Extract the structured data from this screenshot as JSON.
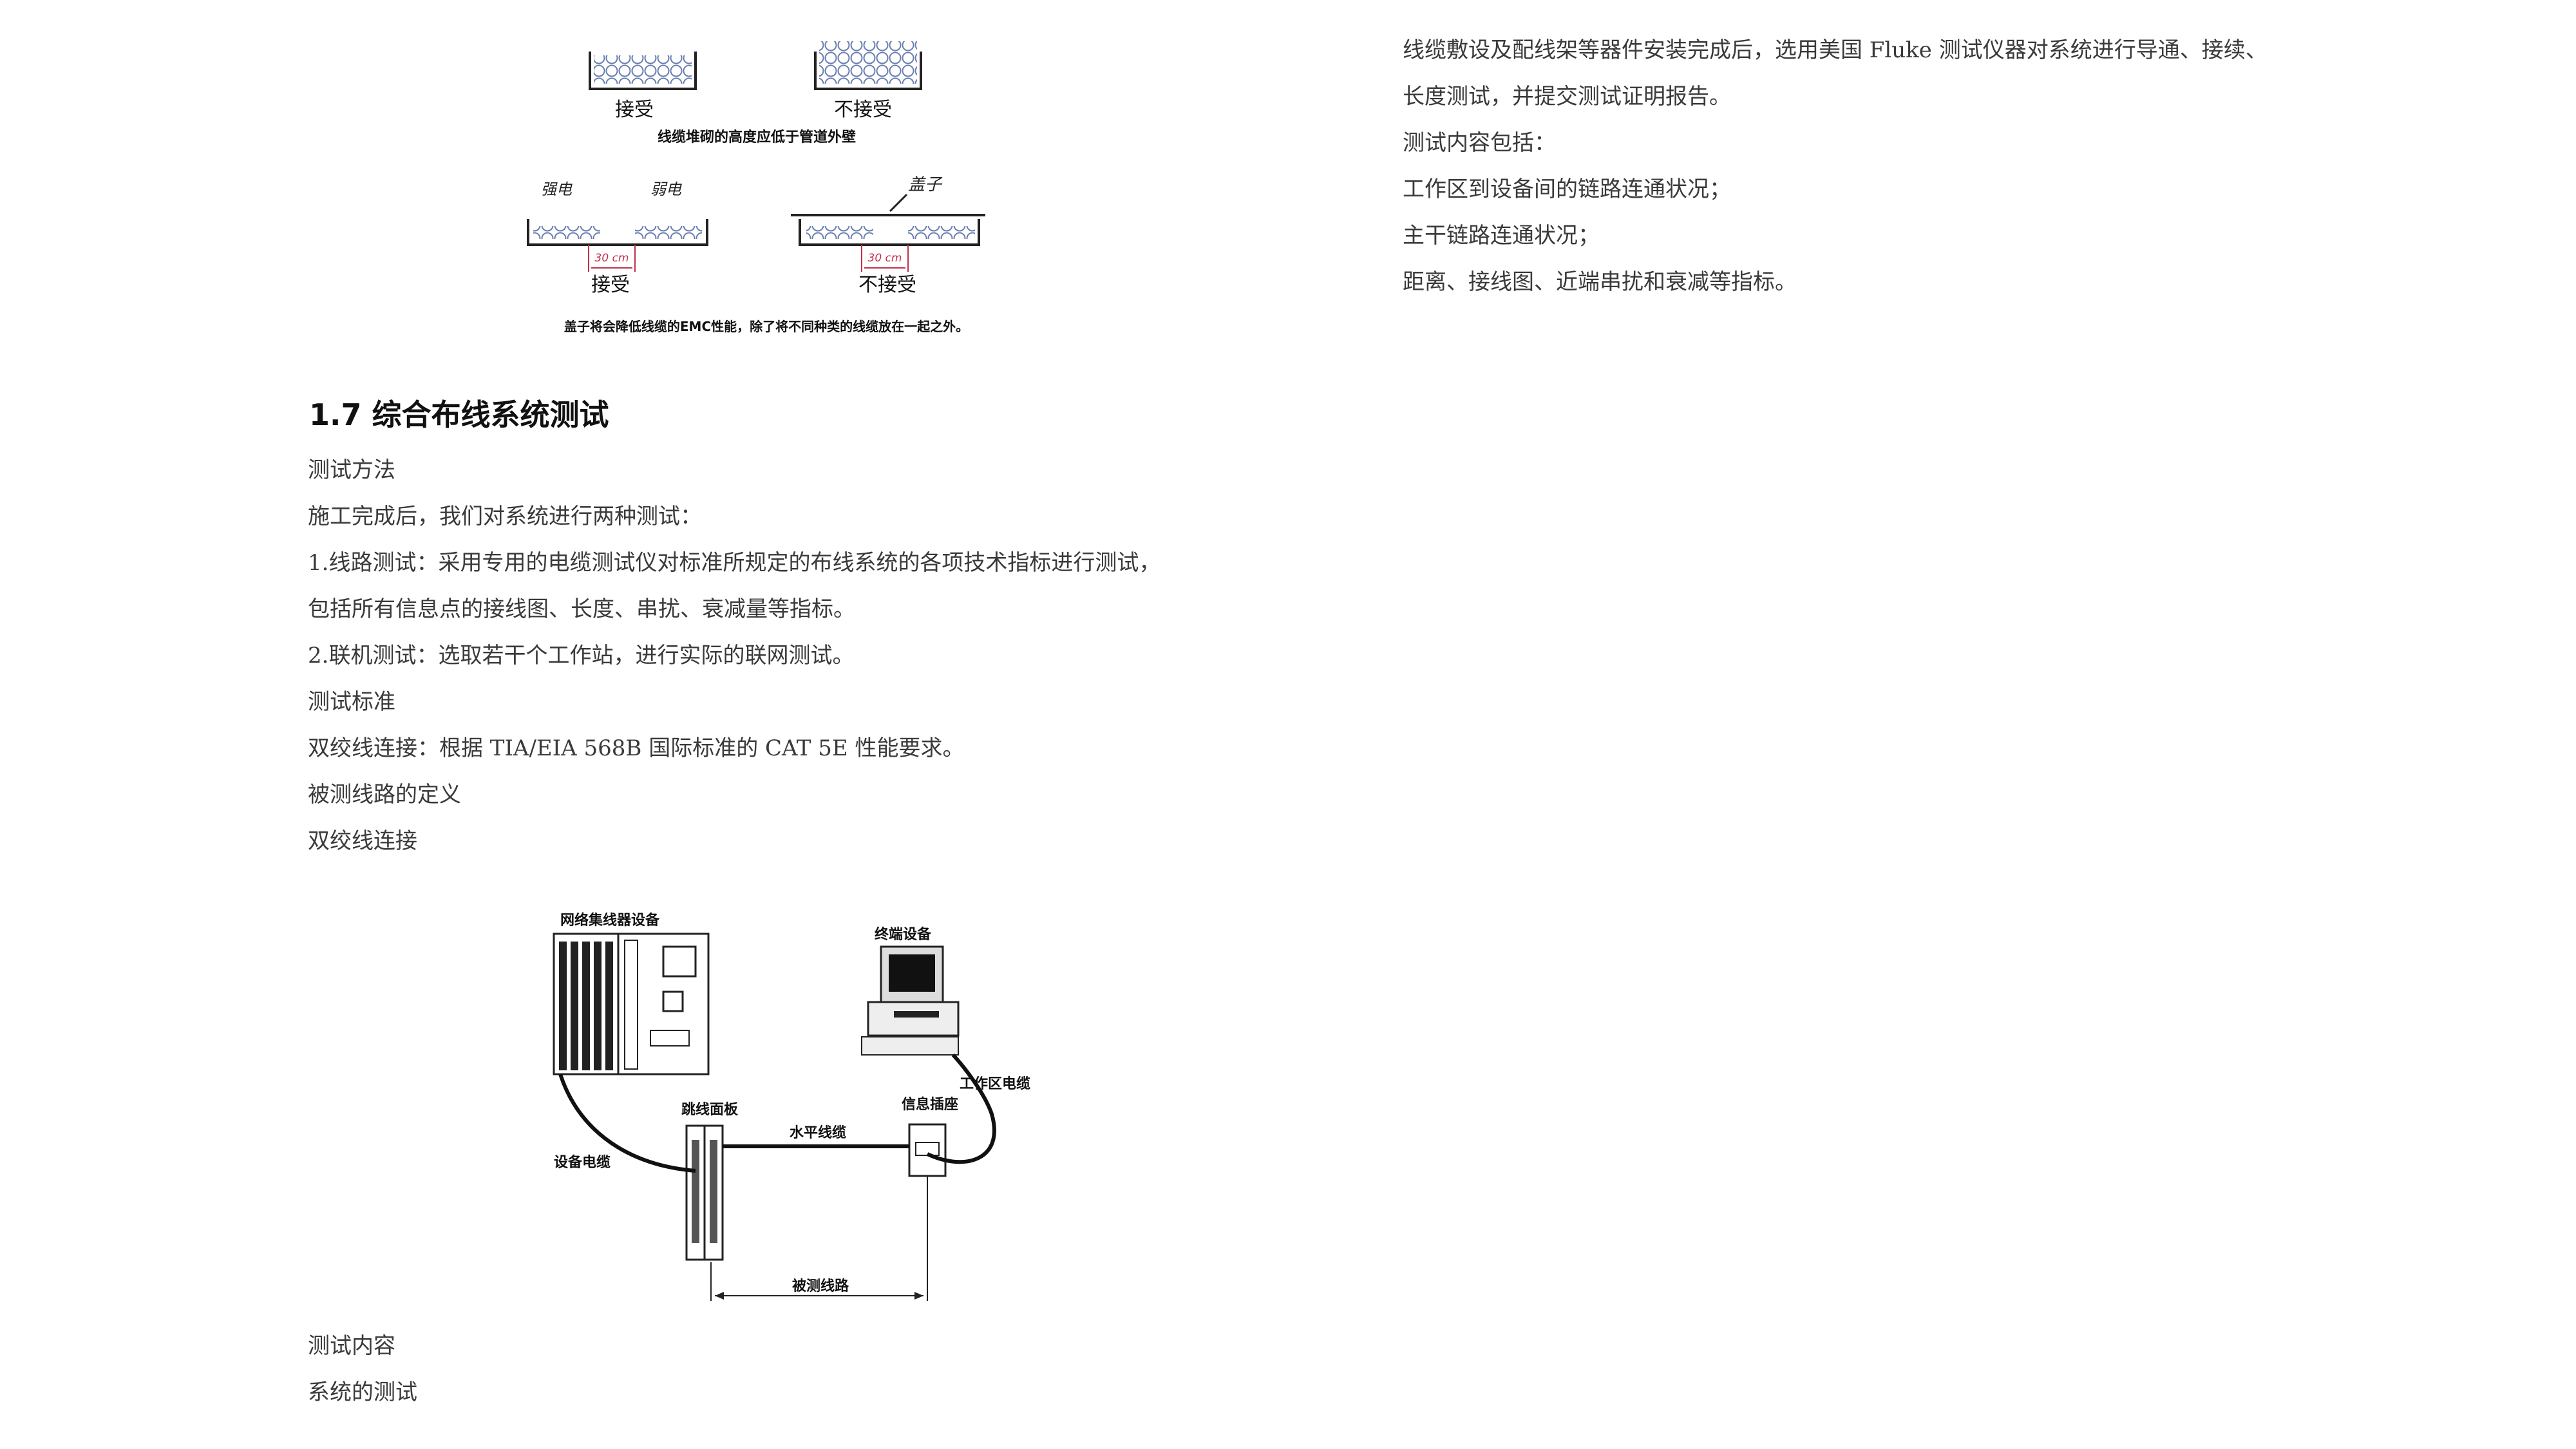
{
  "fig1": {
    "label_accept": "接受",
    "label_reject": "不接受",
    "caption_top": "线缆堆砌的高度应低于管道外壁",
    "label_strong": "强电",
    "label_weak": "弱电",
    "label_cover": "盖子",
    "dim": "30 cm",
    "caption_bottom": "盖子将会降低线缆的EMC性能，除了将不同种类的线缆放在一起之外。"
  },
  "section": {
    "heading": "1.7 综合布线系统测试",
    "lines": [
      "测试方法",
      "施工完成后，我们对系统进行两种测试：",
      "1.线路测试：采用专用的电缆测试仪对标准所规定的布线系统的各项技术指标进行测试，",
      "包括所有信息点的接线图、长度、串扰、衰减量等指标。",
      "2.联机测试：选取若干个工作站，进行实际的联网测试。",
      "测试标准",
      "双绞线连接：根据 TIA/EIA 568B 国际标准的 CAT 5E 性能要求。",
      "被测线路的定义",
      "双绞线连接"
    ]
  },
  "fig2": {
    "network_device": "网络集线器设备",
    "terminal_device": "终端设备",
    "patch_panel": "跳线面板",
    "horizontal_cable": "水平线缆",
    "info_outlet": "信息插座",
    "work_area_cable": "工作区电缆",
    "device_cable": "设备电缆",
    "tested_link": "被测线路"
  },
  "bottom_lines": [
    "测试内容",
    "系统的测试"
  ],
  "right_lines": [
    "线缆敷设及配线架等器件安装完成后，选用美国 Fluke 测试仪器对系统进行导通、接续、",
    "长度测试，并提交测试证明报告。",
    "测试内容包括：",
    "工作区到设备间的链路连通状况；",
    "主干链路连通状况；",
    "距离、接线图、近端串扰和衰减等指标。"
  ]
}
